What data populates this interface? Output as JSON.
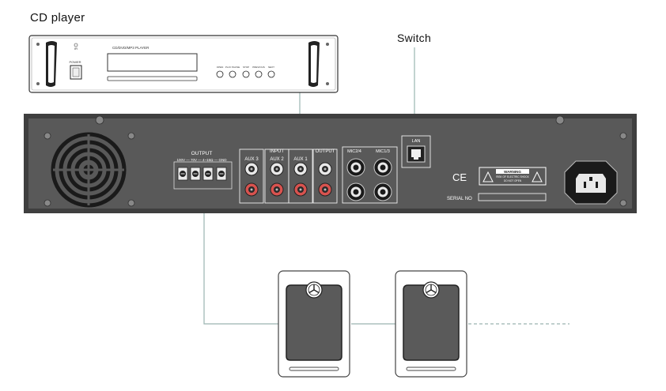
{
  "labels": {
    "cd_player": "CD player",
    "switch": "Switch"
  },
  "cd_unit": {
    "model": "CD/DVD/MP3 PLAYER",
    "power": "POWER",
    "ir": "IR",
    "buttons": [
      "OPEN",
      "PLAY PAUSE",
      "STOP",
      "PREVIOUS",
      "NEXT"
    ]
  },
  "amplifier": {
    "output_title": "OUTPUT",
    "output_terminals": "100V — 70V — 4~16Ω — GND",
    "input_title": "INPUT",
    "aux": [
      "AUX 3",
      "AUX 2",
      "AUX 1"
    ],
    "line_output": "OUTPUT",
    "mic": [
      "MIC2/4",
      "MIC1/3"
    ],
    "lan": "LAN",
    "ce_mark": "CE",
    "warning_title": "WARNING",
    "warning_lines": [
      "RISK OF ELECTRIC SHOCK",
      "DO NOT OPEN"
    ],
    "serial": "SERIAL NO"
  },
  "colors": {
    "chassis": "#4a4a4a",
    "chassis_light": "#5d5d5d",
    "wire": "#9ab5b0",
    "rca_white": "#e8e8e8",
    "rca_red": "#d8534f"
  },
  "speakers": {
    "count": 2,
    "continuation": "dashed"
  }
}
